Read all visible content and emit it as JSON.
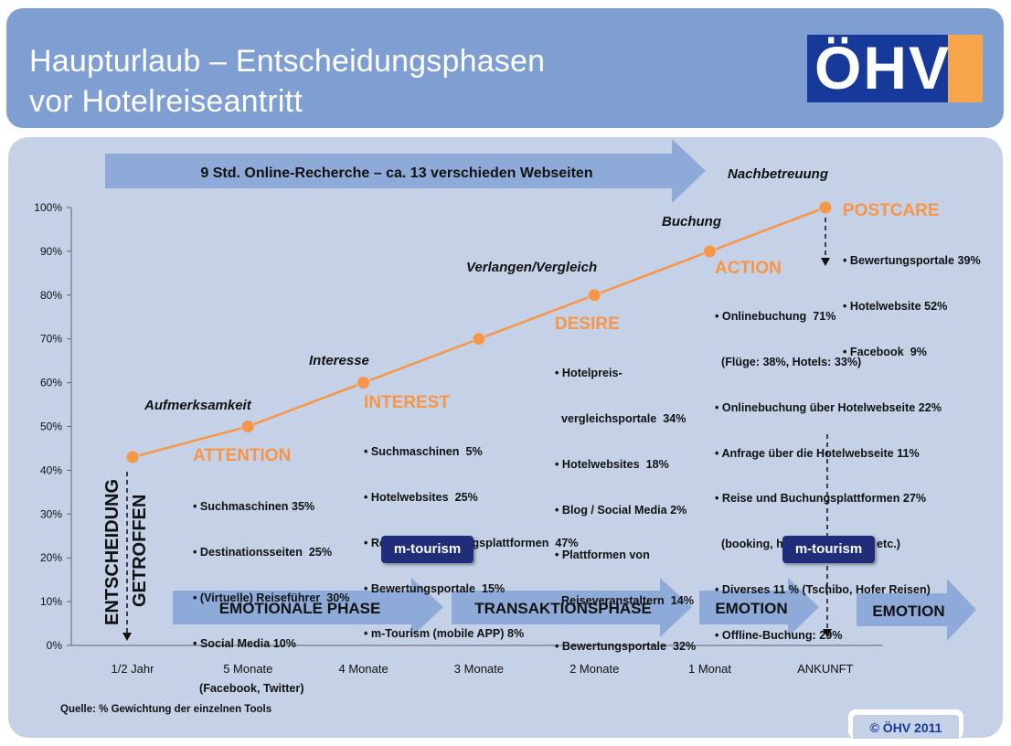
{
  "header": {
    "title_line1": "Haupturlaub – Entscheidungsphasen",
    "title_line2": "vor Hotelreiseantritt",
    "logo_text": "ÖHV"
  },
  "top_arrow_label": "9 Std. Online-Recherche – ca. 13 verschieden Webseiten",
  "stages": {
    "aufmerksamkeit": "Aufmerksamkeit",
    "interesse": "Interesse",
    "verlangen": "Verlangen/Vergleich",
    "buchung": "Buchung",
    "nachbetreuung": "Nachbetreuung"
  },
  "phases": {
    "attention": {
      "title": "ATTENTION",
      "items": [
        "• Suchmaschinen 35%",
        "• Destinationsseiten  25%",
        "• (Virtuelle) Reiseführer  30%",
        "• Social Media 10%",
        "  (Facebook, Twitter)"
      ]
    },
    "interest": {
      "title": "INTEREST",
      "items": [
        "• Suchmaschinen  5%",
        "• Hotelwebsites  25%",
        "• Reise und Buchungsplattformen  47%",
        "• Bewertungsportale  15%",
        "• m-Tourism (mobile APP) 8%"
      ]
    },
    "desire": {
      "title": "DESIRE",
      "items": [
        "• Hotelpreis-",
        "  vergleichsportale  34%",
        "• Hotelwebsites  18%",
        "• Blog / Social Media 2%",
        "• Plattformen von",
        "  Reiseveranstaltern  14%",
        "• Bewertungsportale  32%"
      ]
    },
    "action": {
      "title": "ACTION",
      "items": [
        "• Onlinebuchung  71%",
        "  (Flüge: 38%, Hotels: 33%)",
        "• Onlinebuchung über Hotelwebseite 22%",
        "• Anfrage über die Hotelwebseite 11%",
        "• Reise und Buchungsplattformen 27%",
        "  (booking, hrs, holidaycheck etc.)",
        "• Diverses 11 % (Tschibo, Hofer Reisen)",
        "• Offline-Buchung: 29%"
      ]
    },
    "postcare": {
      "title": "POSTCARE",
      "items": [
        "• Bewertungsportale 39%",
        "• Hotelwebsite 52%",
        "• Facebook  9%"
      ]
    }
  },
  "vertical_label_1": "ENTSCHEIDUNG",
  "vertical_label_2": "GETROFFEN",
  "mtourism_1": "m-tourism",
  "mtourism_2": "m-tourism",
  "bottom_arrows": [
    "EMOTIONALE PHASE",
    "TRANSAKTIONSPHASE",
    "EMOTION",
    "EMOTION"
  ],
  "source": "Quelle: % Gewichtung der einzelnen Tools",
  "copyright": "© ÖHV 2011",
  "colors": {
    "header": "#7f9fd3",
    "panel": "#c5d1e6",
    "line": "#f79646",
    "arrow": "#8eaad8",
    "logo_blue": "#17399a",
    "logo_orange": "#f7a54b",
    "mtourism": "#1f2d7a"
  },
  "chart_data": {
    "type": "line",
    "categories": [
      "1/2 Jahr",
      "5 Monate",
      "4 Monate",
      "3 Monate",
      "2 Monate",
      "1 Monat",
      "ANKUNFT"
    ],
    "values": [
      43,
      50,
      60,
      70,
      80,
      90,
      100
    ],
    "y_ticks": [
      "0%",
      "10%",
      "20%",
      "30%",
      "40%",
      "50%",
      "60%",
      "70%",
      "80%",
      "90%",
      "100%"
    ],
    "ylim": [
      0,
      100
    ],
    "grid": false
  }
}
